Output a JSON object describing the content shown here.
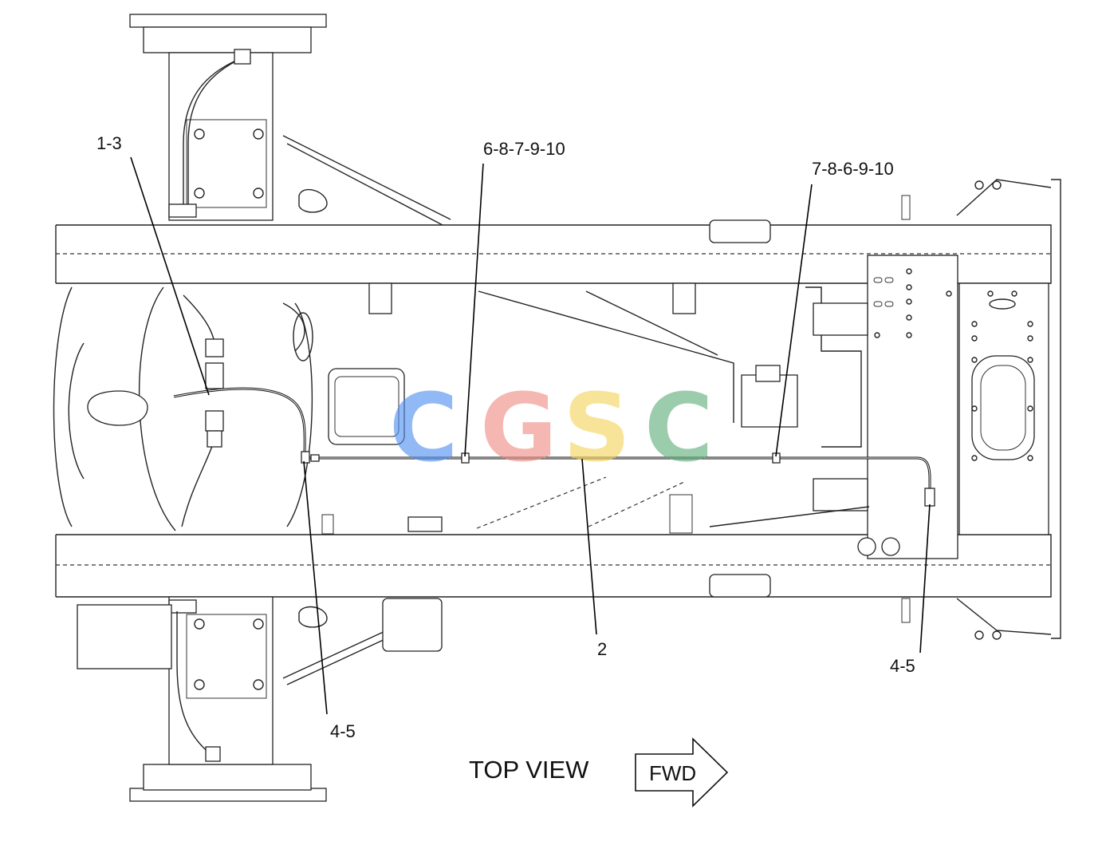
{
  "callouts": {
    "c1": "1-3",
    "c2": "6-8-7-9-10",
    "c3": "7-8-6-9-10",
    "c4": "2",
    "c5": "4-5",
    "c6": "4-5"
  },
  "view_label": "TOP VIEW",
  "direction_label": "FWD",
  "watermark": {
    "letters": [
      "C",
      "G",
      "S",
      "C"
    ],
    "colors": [
      "#4f8ff0",
      "#f08c82",
      "#f5d45a",
      "#5fb07a"
    ]
  }
}
